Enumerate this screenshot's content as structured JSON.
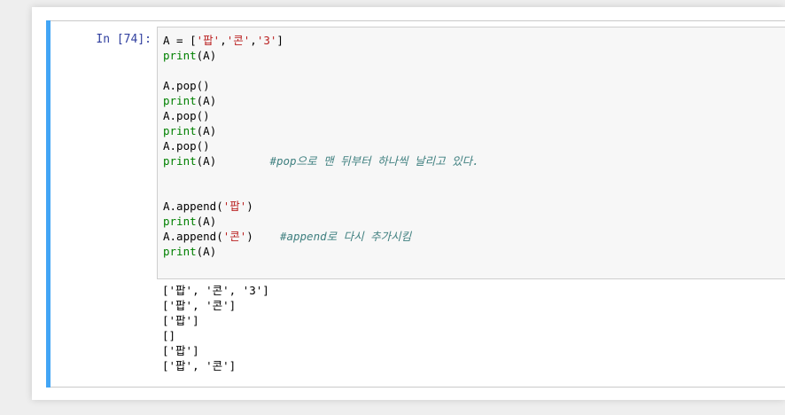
{
  "cell": {
    "prompt": "In [74]:",
    "accent_color": "#42a5f5",
    "code_lines": [
      {
        "a": "A = [",
        "b": "'팝'",
        "c": ",",
        "d": "'콘'",
        "e": ",",
        "f": "'3'",
        "g": "]"
      },
      {
        "kw": "print",
        "rest": "(A)"
      },
      {
        "blank": ""
      },
      {
        "text": "A.pop()"
      },
      {
        "kw": "print",
        "rest": "(A)"
      },
      {
        "text": "A.pop()"
      },
      {
        "kw": "print",
        "rest": "(A)"
      },
      {
        "text": "A.pop()"
      },
      {
        "kw": "print",
        "rest": "(A)",
        "pad": "        ",
        "comment": "#pop으로 맨 뒤부터 하나씩 날리고 있다."
      },
      {
        "blank": ""
      },
      {
        "blank": ""
      },
      {
        "pre": "A.append(",
        "str": "'팝'",
        "post": ")"
      },
      {
        "kw": "print",
        "rest": "(A)"
      },
      {
        "pre": "A.append(",
        "str": "'콘'",
        "post": ")",
        "pad": "    ",
        "comment": "#append로 다시 추가시킴"
      },
      {
        "kw": "print",
        "rest": "(A)"
      }
    ],
    "output_lines": [
      "['팝', '콘', '3']",
      "['팝', '콘']",
      "['팝']",
      "[]",
      "['팝']",
      "['팝', '콘']"
    ]
  }
}
